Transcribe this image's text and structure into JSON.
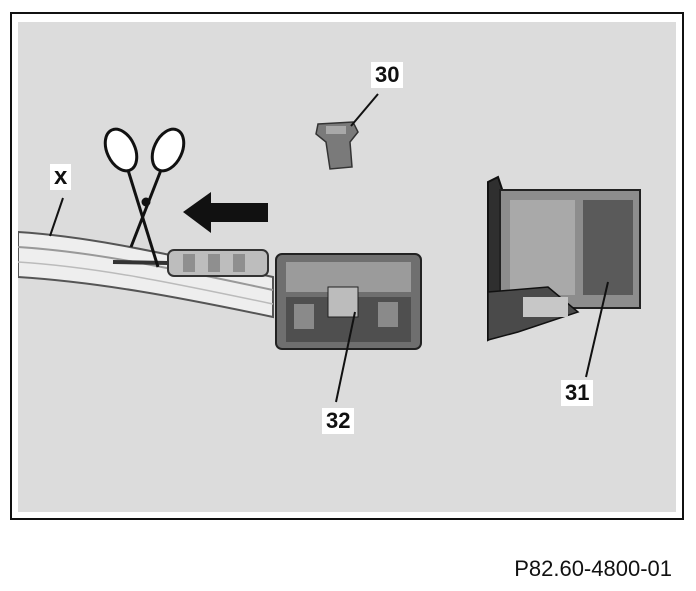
{
  "figure": {
    "callouts": {
      "x": "x",
      "c30": "30",
      "c31": "31",
      "c32": "32"
    },
    "figure_id": "P82.60-4800-01"
  },
  "colors": {
    "background": "#dcdcdc",
    "frame": "#111111",
    "connector_dark": "#3a3a3a",
    "connector_mid": "#8a8a8a",
    "cable": "#f2f2f2"
  },
  "icons": [
    "scissors-icon",
    "arrow-left-icon"
  ]
}
